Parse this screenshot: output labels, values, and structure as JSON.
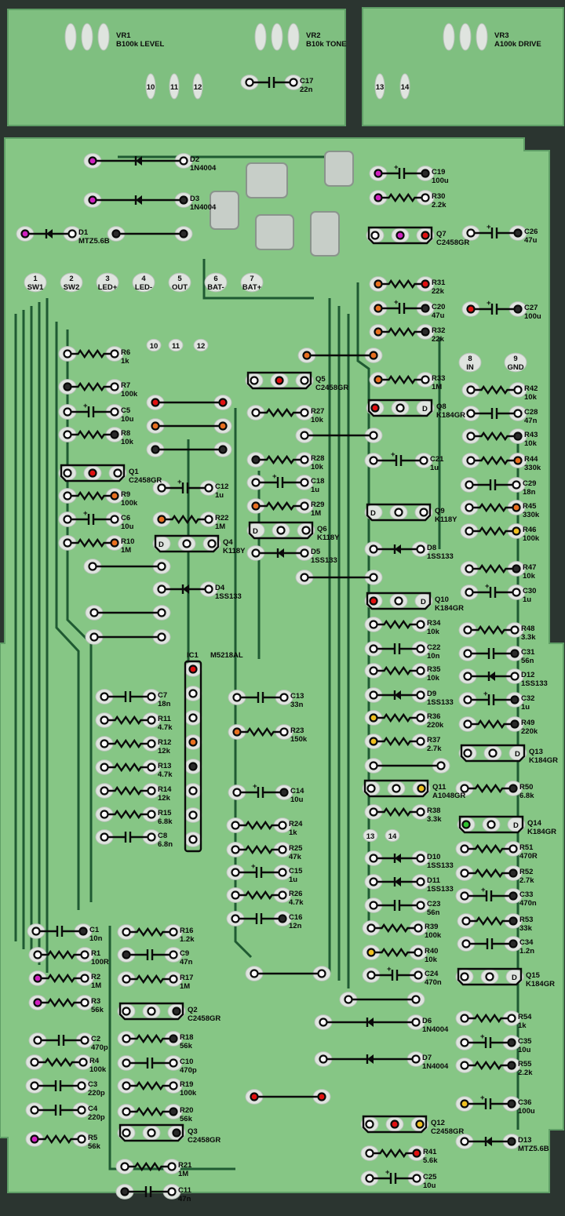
{
  "board": {
    "title": "Overdrive pedal PCB (solder side)",
    "colors": {
      "board": "#8cc98c",
      "board_dark": "#6fb377",
      "trace_gap": "#245d36",
      "solder": "#dfe4df",
      "background": "#2b3530",
      "pad_white": "#ffffff",
      "pad_black": "#2a2a2a",
      "pad_red": "#e01010",
      "pad_orange": "#e87020",
      "pad_magenta": "#d020c0",
      "pad_yellow": "#f0c020",
      "pad_green": "#30c030"
    }
  },
  "pots": [
    {
      "ref": "VR1",
      "value": "B100k LEVEL"
    },
    {
      "ref": "VR2",
      "value": "B10k TONE"
    },
    {
      "ref": "VR3",
      "value": "A100k DRIVE"
    }
  ],
  "connectors": [
    {
      "num": "1",
      "name": "SW1"
    },
    {
      "num": "2",
      "name": "SW2"
    },
    {
      "num": "3",
      "name": "LED+"
    },
    {
      "num": "4",
      "name": "LED-"
    },
    {
      "num": "5",
      "name": "OUT"
    },
    {
      "num": "6",
      "name": "BAT-"
    },
    {
      "num": "7",
      "name": "BAT+"
    },
    {
      "num": "8",
      "name": "IN"
    },
    {
      "num": "9",
      "name": "GND"
    }
  ],
  "link_pads": [
    "10",
    "11",
    "12",
    "13",
    "14"
  ],
  "ic": {
    "ref": "IC1",
    "value": "M5218AL"
  },
  "components": {
    "R1": "100R",
    "R2": "1M",
    "R3": "56k",
    "R4": "100k",
    "R5": "56k",
    "R6": "1k",
    "R7": "100k",
    "R8": "10k",
    "R9": "100k",
    "R10": "1M",
    "R11": "4.7k",
    "R12": "12k",
    "R13": "4.7k",
    "R14": "12k",
    "R15": "6.8k",
    "R16": "1.2k",
    "R17": "1M",
    "R18": "56k",
    "R19": "100k",
    "R20": "56k",
    "R21": "1M",
    "R22": "1M",
    "R23": "150k",
    "R24": "1k",
    "R25": "47k",
    "R26": "4.7k",
    "R27": "10k",
    "R28": "10k",
    "R29": "1M",
    "R30": "2.2k",
    "R31": "22k",
    "R32": "22k",
    "R33": "1M",
    "R34": "10k",
    "R35": "10k",
    "R36": "220k",
    "R37": "2.7k",
    "R38": "3.3k",
    "R39": "100k",
    "R40": "10k",
    "R41": "5.6k",
    "R42": "10k",
    "R43": "10k",
    "R44": "330k",
    "R45": "330k",
    "R46": "100k",
    "R47": "10k",
    "R48": "3.3k",
    "R49": "220k",
    "R50": "6.8k",
    "R51": "470R",
    "R52": "2.7k",
    "R53": "33k",
    "R54": "1k",
    "R55": "2.2k",
    "C1": "10n",
    "C2": "470p",
    "C3": "220p",
    "C4": "220p",
    "C5": "10u",
    "C6": "10u",
    "C7": "18n",
    "C8": "6.8n",
    "C9": "47n",
    "C10": "470p",
    "C11": "47n",
    "C12": "1u",
    "C13": "33n",
    "C14": "10u",
    "C15": "1u",
    "C16": "12n",
    "C17": "22n",
    "C18": "1u",
    "C19": "100u",
    "C20": "47u",
    "C21": "1u",
    "C22": "10n",
    "C23": "56n",
    "C24": "470n",
    "C25": "10u",
    "C26": "47u",
    "C27": "100u",
    "C28": "47n",
    "C29": "18n",
    "C30": "1u",
    "C31": "56n",
    "C32": "1u",
    "C33": "470n",
    "C34": "1.2n",
    "C35": "10u",
    "C36": "100u",
    "D1": "MTZ5.6B",
    "D2": "1N4004",
    "D3": "1N4004",
    "D4": "1SS133",
    "D5": "1SS133",
    "D6": "1N4004",
    "D7": "1N4004",
    "D8": "1SS133",
    "D9": "1SS133",
    "D10": "1SS133",
    "D11": "1SS133",
    "D12": "1SS133",
    "D13": "MTZ5.6B",
    "Q1": "C2458GR",
    "Q2": "C2458GR",
    "Q3": "C2458GR",
    "Q4": "K118Y",
    "Q5": "C2458GR",
    "Q6": "K118Y",
    "Q7": "C2458GR",
    "Q8": "K184GR",
    "Q9": "K118Y",
    "Q10": "K184GR",
    "Q11": "A1048GR",
    "Q12": "C2458GR",
    "Q13": "K184GR",
    "Q14": "K184GR",
    "Q15": "K184GR"
  },
  "ic_pad_colors": [
    "red",
    "white",
    "white",
    "orange",
    "black",
    "white",
    "white",
    "white"
  ]
}
